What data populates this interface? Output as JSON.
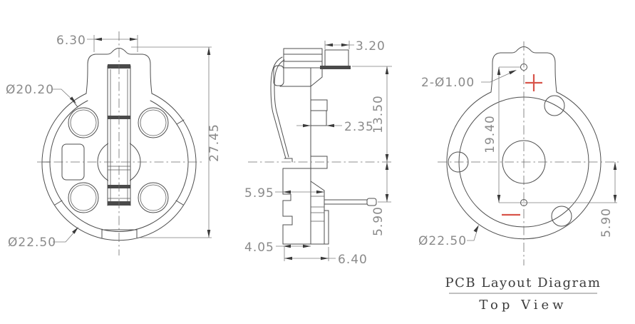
{
  "drawing": {
    "front_view": {
      "tab_width": "6.30",
      "inner_diameter": "Ø20.20",
      "overall_height": "27.45",
      "outer_diameter": "Ø22.50"
    },
    "side_view": {
      "tab_width": "3.20",
      "upper_height": "13.50",
      "wall_thickness": "2.35",
      "body_width": "5.95",
      "pin_offset": "5.90",
      "foot_width": "4.05",
      "base_width": "6.40"
    },
    "pcb_view": {
      "hole_callout": "2-Ø1.00",
      "hole_spacing": "19.40",
      "outer_diameter": "Ø22.50",
      "pin_offset": "5.90",
      "positive_mark": "+",
      "negative_mark": "−",
      "caption_title": "PCB Layout Diagram",
      "caption_subtitle": "Top View"
    },
    "colors": {
      "line": "#4f4f4f",
      "dimension_text": "#8a8a8a",
      "polarity_red": "#d8544a"
    }
  }
}
